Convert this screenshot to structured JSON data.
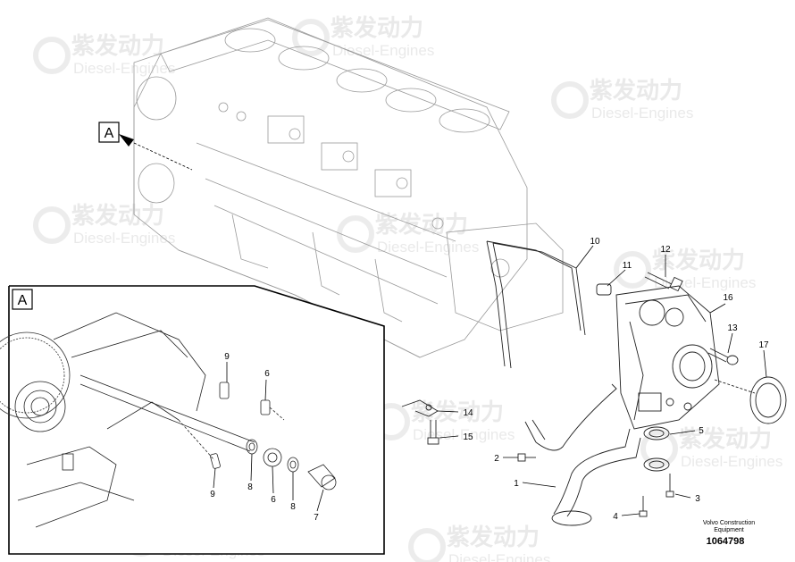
{
  "watermark": {
    "brand_cn": "紫发动力",
    "brand_en": "Diesel-Engines"
  },
  "view_marker": {
    "letter": "A"
  },
  "detail_view": {
    "letter": "A"
  },
  "callouts": [
    {
      "id": "c1",
      "text": "1"
    },
    {
      "id": "c2",
      "text": "2"
    },
    {
      "id": "c3",
      "text": "3"
    },
    {
      "id": "c4",
      "text": "4"
    },
    {
      "id": "c5",
      "text": "5"
    },
    {
      "id": "c6a",
      "text": "6"
    },
    {
      "id": "c6b",
      "text": "6"
    },
    {
      "id": "c7",
      "text": "7"
    },
    {
      "id": "c8a",
      "text": "8"
    },
    {
      "id": "c8b",
      "text": "8"
    },
    {
      "id": "c9a",
      "text": "9"
    },
    {
      "id": "c9b",
      "text": "9"
    },
    {
      "id": "c10",
      "text": "10"
    },
    {
      "id": "c11",
      "text": "11"
    },
    {
      "id": "c12",
      "text": "12"
    },
    {
      "id": "c13",
      "text": "13"
    },
    {
      "id": "c14",
      "text": "14"
    },
    {
      "id": "c15",
      "text": "15"
    },
    {
      "id": "c16",
      "text": "16"
    },
    {
      "id": "c17",
      "text": "17"
    }
  ],
  "credit": {
    "line1": "Volvo Construction",
    "line2": "Equipment",
    "drawing_no": "1064798"
  }
}
